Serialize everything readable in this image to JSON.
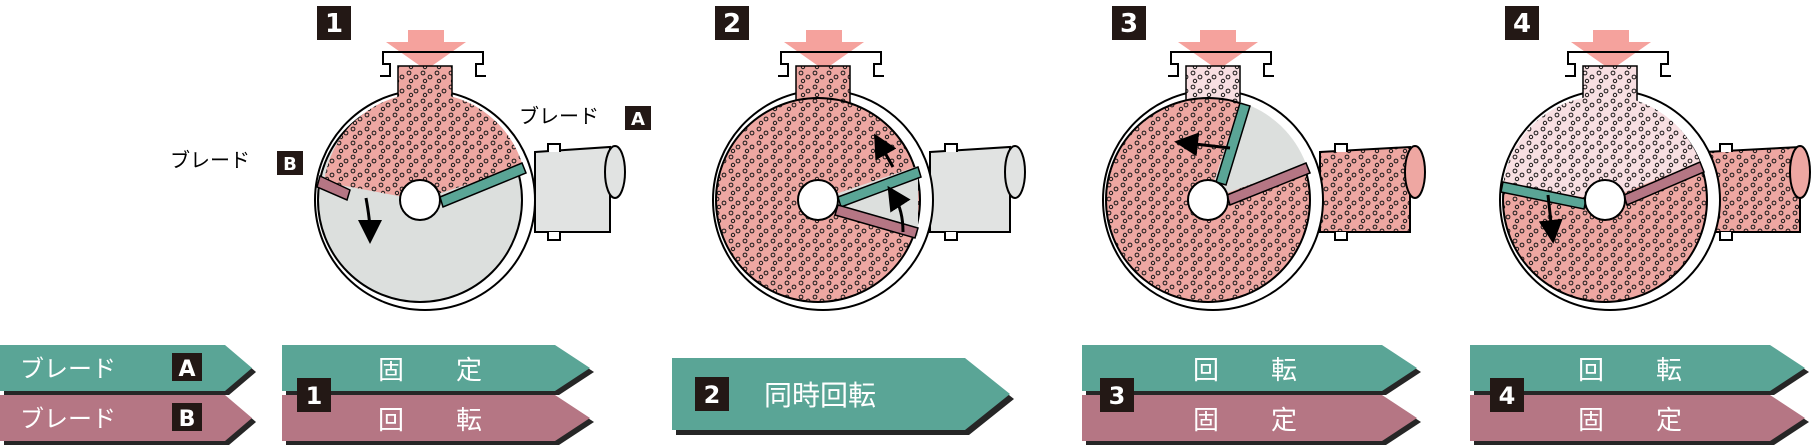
{
  "colors": {
    "teal": "#5aa596",
    "mauve": "#b57684",
    "fluid": "#eea7a2",
    "fluid_light": "#f8dfe2",
    "air": "#dcdfdd",
    "pipe": "#e1e3e2",
    "badge": "#231815",
    "arrow": "#f5a29d"
  },
  "stages": [
    {
      "num": "1"
    },
    {
      "num": "2"
    },
    {
      "num": "3"
    },
    {
      "num": "4"
    }
  ],
  "labels": {
    "blade_word": "ブレード",
    "blade_a": "A",
    "blade_b": "B"
  },
  "timeline": {
    "legend_a": "ブレード",
    "legend_a_tag": "A",
    "legend_b": "ブレード",
    "legend_b_tag": "B",
    "s1_num": "1",
    "s1_top": "固　　定",
    "s1_bottom": "回　　転",
    "s2_num": "2",
    "s2_text": "同時回転",
    "s3_num": "3",
    "s3_top": "回　　転",
    "s3_bottom": "固　　定",
    "s4_num": "4",
    "s4_top": "回　　転",
    "s4_bottom": "固　　定"
  }
}
